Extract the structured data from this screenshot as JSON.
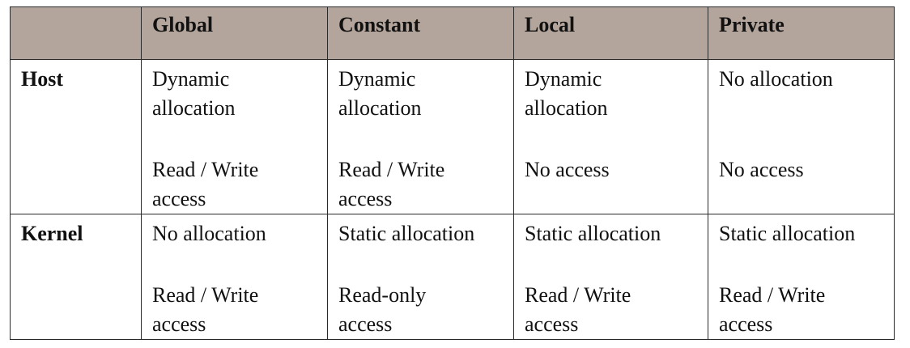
{
  "table": {
    "headers": [
      "",
      "Global",
      "Constant",
      "Local",
      "Private"
    ],
    "rows": [
      {
        "label": "Host",
        "cells": [
          {
            "allocation": "Dynamic\nallocation",
            "access": "Read / Write\naccess"
          },
          {
            "allocation": "Dynamic\nallocation",
            "access": "Read / Write\naccess"
          },
          {
            "allocation": "Dynamic\nallocation",
            "access": "No access"
          },
          {
            "allocation": "No allocation",
            "access": "No access"
          }
        ]
      },
      {
        "label": "Kernel",
        "cells": [
          {
            "allocation": "No allocation",
            "access": "Read / Write\naccess"
          },
          {
            "allocation": "Static allocation",
            "access": "Read-only\naccess"
          },
          {
            "allocation": "Static allocation",
            "access": "Read / Write\naccess"
          },
          {
            "allocation": "Static allocation",
            "access": "Read / Write\naccess"
          }
        ]
      }
    ],
    "colors": {
      "header_background": "#b3a59b",
      "border": "#2a2a2a",
      "text": "#111111"
    }
  }
}
